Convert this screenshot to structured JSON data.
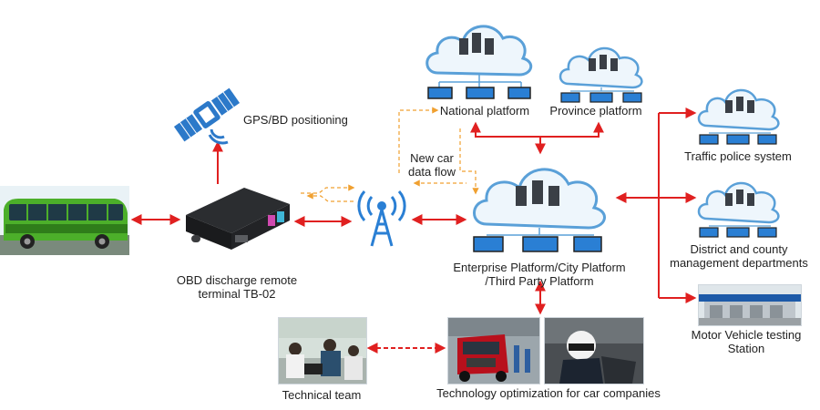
{
  "labels": {
    "gps": "GPS/BD positioning",
    "obd_line1": "OBD discharge remote",
    "obd_line2": "terminal TB-02",
    "national": "National platform",
    "province": "Province platform",
    "new_car_line1": "New car",
    "new_car_line2": "data flow",
    "enterprise_line1": "Enterprise Platform/City Platform",
    "enterprise_line2": "/Third Party Platform",
    "traffic": "Traffic police system",
    "district_line1": "District and county",
    "district_line2": "management departments",
    "motor_line1": "Motor Vehicle testing",
    "motor_line2": "Station",
    "technical": "Technical team",
    "tech_opt": "Technology optimization for car companies"
  },
  "colors": {
    "arrow_red": "#e02020",
    "arrow_orange": "#f0a030",
    "cloud_stroke": "#5aa0d8",
    "cloud_fill": "#eef6fc",
    "tower_blue": "#2a7fd4",
    "satellite_blue": "#2c79c9",
    "bus_green": "#4caf2a"
  },
  "icons": {
    "satellite": "satellite-icon",
    "tower": "signal-tower-icon",
    "device": "obd-device-icon",
    "bus": "bus-photo",
    "cloud": "cloud-server-icon"
  }
}
